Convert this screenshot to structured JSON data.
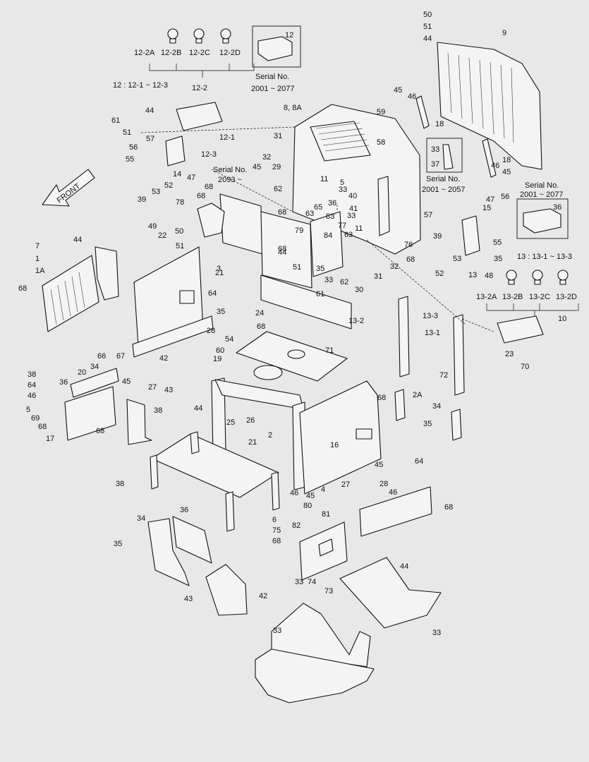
{
  "diagram": {
    "front_arrow_text": "FRONT",
    "bulb_codes_12": [
      "12-2A",
      "12-2B",
      "12-2C",
      "12-2D"
    ],
    "bulb_codes_13": [
      "13-2A",
      "13-2B",
      "13-2C",
      "13-2D"
    ],
    "group_note_12": "12 : 12-1 ~ 12-3",
    "group_note_13": "13 : 13-1 ~ 13-3",
    "serial_notes": {
      "part12": [
        "Serial No.",
        "2001 ~ 2077"
      ],
      "part37": [
        "Serial No.",
        "2001 ~ 2057"
      ],
      "part13": [
        "Serial No.",
        "2001 ~ 2077"
      ],
      "part45": [
        "Serial No.",
        "2093 ~"
      ]
    },
    "callouts": [
      "50",
      "51",
      "44",
      "9",
      "12",
      "12-2",
      "12-1",
      "12-3",
      "61",
      "51",
      "44",
      "56",
      "57",
      "55",
      "14",
      "47",
      "39",
      "53",
      "52",
      "45",
      "46",
      "18",
      "33",
      "37",
      "18",
      "46",
      "45",
      "8, 8A",
      "59",
      "58",
      "31",
      "32",
      "29",
      "45",
      "62",
      "11",
      "5",
      "33",
      "40",
      "36",
      "41",
      "65",
      "63",
      "33",
      "11",
      "63",
      "77",
      "83",
      "84",
      "68",
      "35",
      "33",
      "62",
      "30",
      "31",
      "32",
      "68",
      "76",
      "78",
      "68",
      "68",
      "68",
      "79",
      "44",
      "51",
      "61",
      "47",
      "15",
      "56",
      "57",
      "55",
      "39",
      "53",
      "52",
      "13",
      "48",
      "35",
      "36",
      "49",
      "22",
      "50",
      "51",
      "44",
      "7",
      "1",
      "1A",
      "68",
      "3",
      "64",
      "21",
      "35",
      "28",
      "54",
      "60",
      "19",
      "24",
      "68",
      "13-2",
      "13-3",
      "13-1",
      "10",
      "23",
      "70",
      "71",
      "72",
      "66",
      "20",
      "34",
      "36",
      "67",
      "38",
      "64",
      "46",
      "45",
      "27",
      "42",
      "43",
      "44",
      "5",
      "69",
      "68",
      "17",
      "38",
      "68",
      "25",
      "26",
      "68",
      "2A",
      "34",
      "35",
      "16",
      "2",
      "21",
      "38",
      "46",
      "45",
      "64",
      "28",
      "46",
      "45",
      "27",
      "4",
      "80",
      "81",
      "68",
      "34",
      "36",
      "35",
      "6",
      "75",
      "68",
      "82",
      "44",
      "43",
      "42",
      "33",
      "74",
      "73",
      "33",
      "33"
    ]
  }
}
